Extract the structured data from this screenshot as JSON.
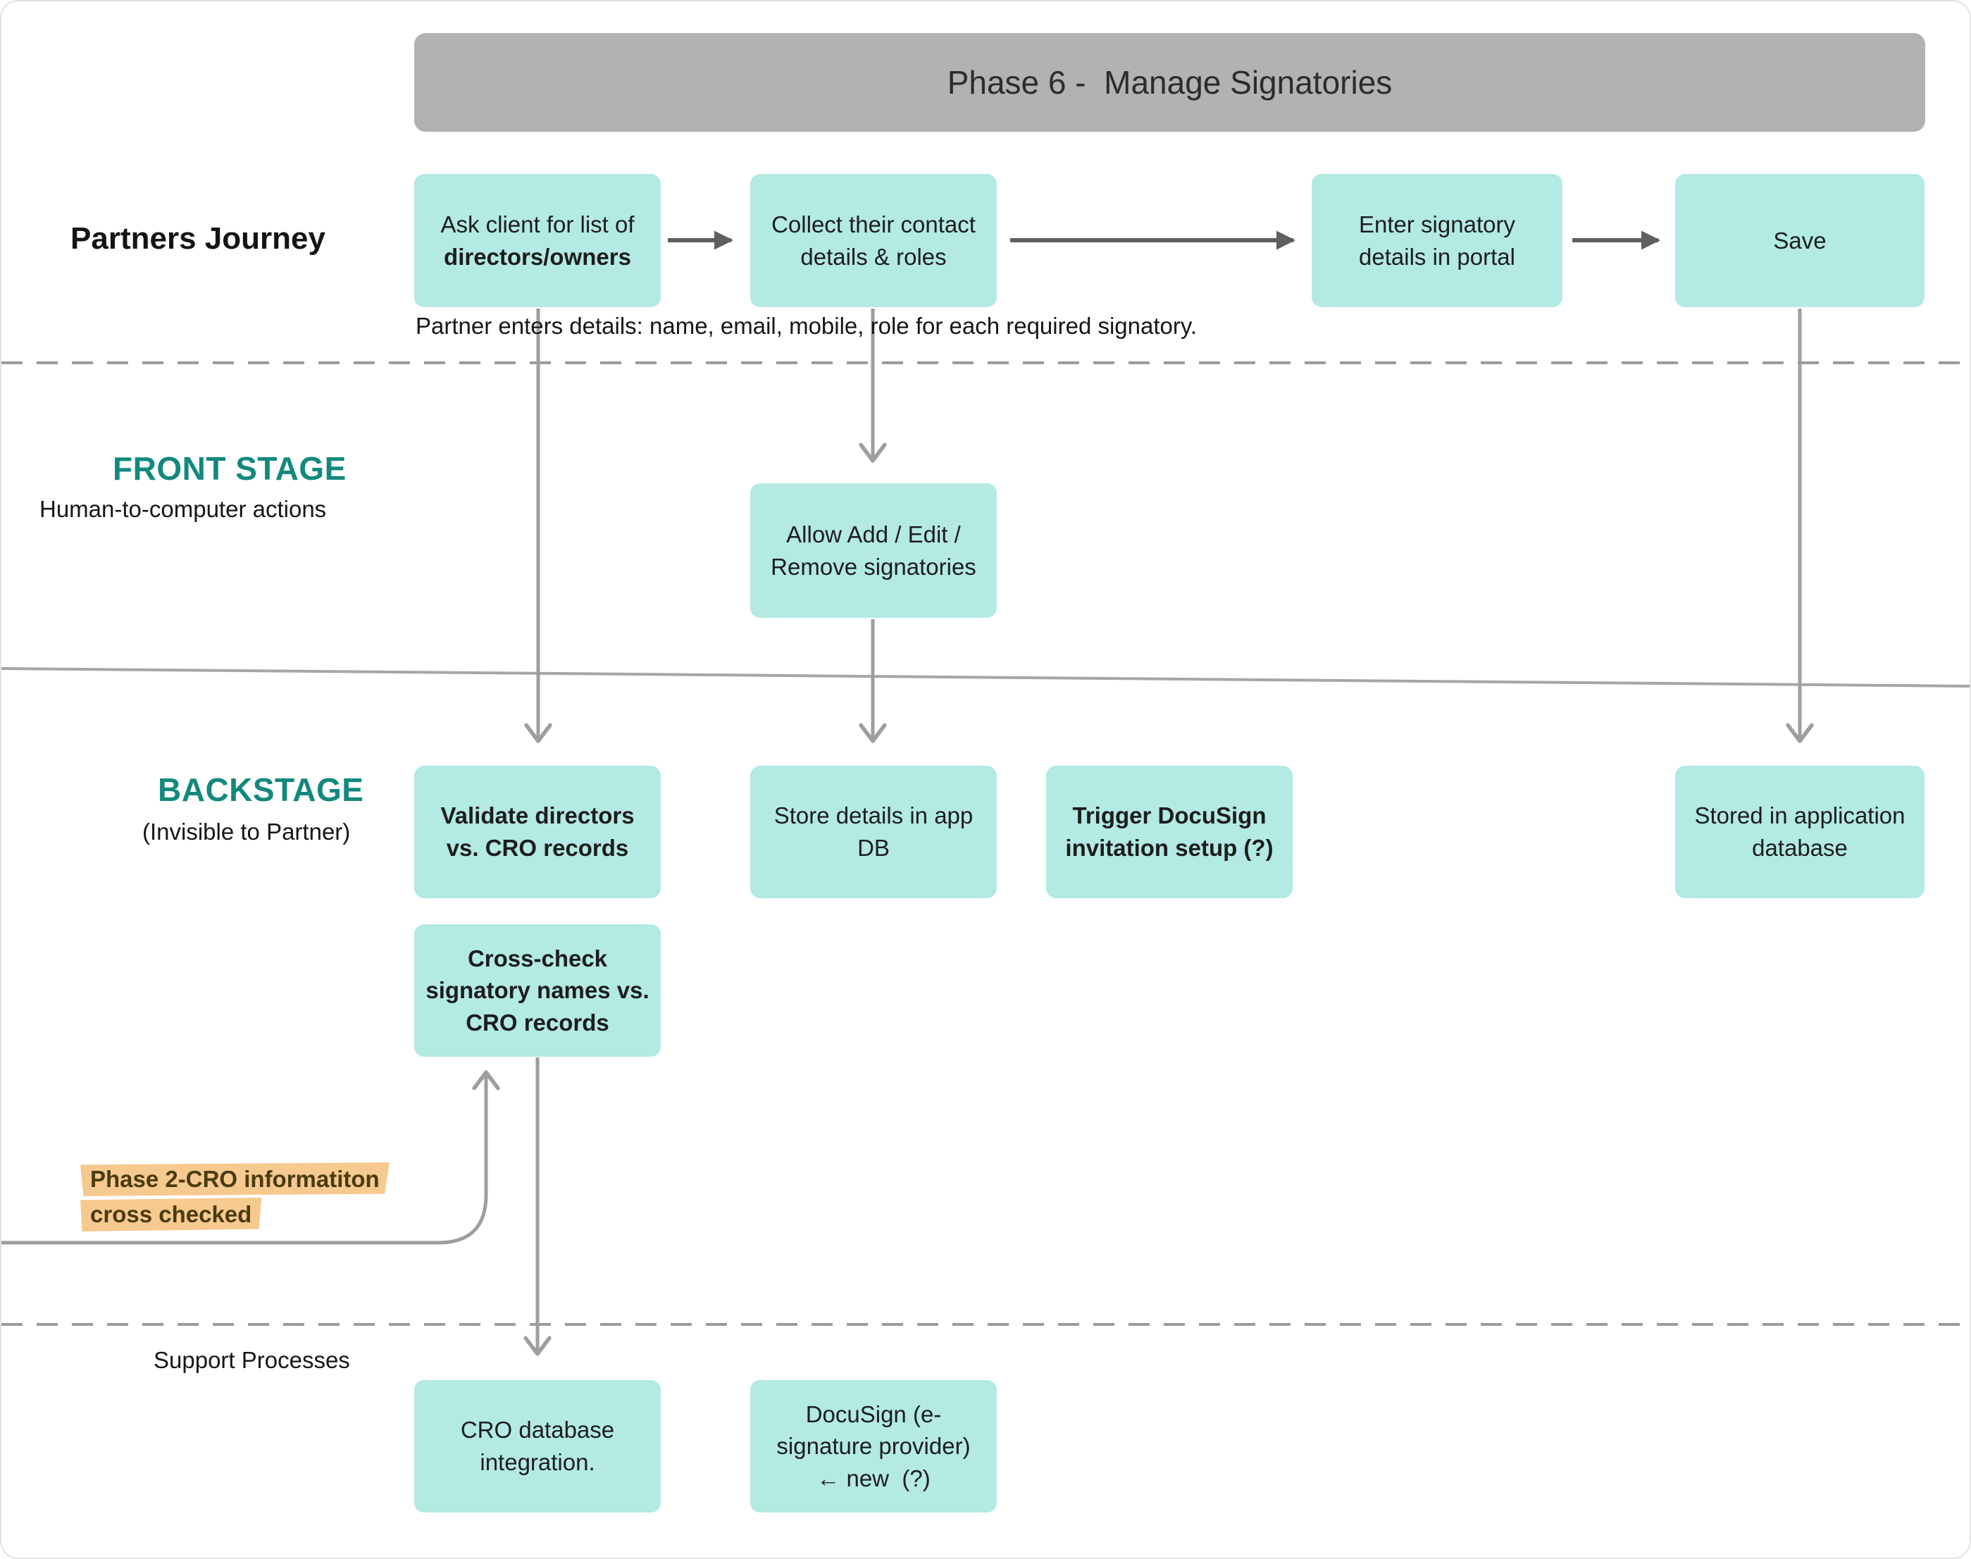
{
  "header": {
    "title": "Phase 6 -  Manage Signatories"
  },
  "journey": {
    "label": "Partners Journey",
    "caption": "Partner enters details: name, email, mobile, role for each required signatory.",
    "steps": {
      "ask": {
        "line1": "Ask client for list of",
        "line2": "directors/owners"
      },
      "collect": {
        "line1": "Collect their contact",
        "line2": "details & roles"
      },
      "enter": {
        "line1": "Enter signatory",
        "line2": "details in portal"
      },
      "save": {
        "line1": "Save"
      }
    }
  },
  "front_stage": {
    "title": "FRONT STAGE",
    "subtitle": "Human-to-computer actions",
    "allow": {
      "line1": "Allow Add / Edit /",
      "line2": "Remove signatories"
    }
  },
  "backstage": {
    "title": "BACKSTAGE",
    "subtitle": "(Invisible to Partner)",
    "validate": {
      "line1": "Validate directors",
      "line2": "vs. CRO records"
    },
    "store": {
      "line1": "Store details in app",
      "line2": "DB"
    },
    "trigger": {
      "line1": "Trigger DocuSign",
      "line2": "invitation setup (?)"
    },
    "stored": {
      "line1": "Stored in application",
      "line2": "database"
    },
    "crosscheck": {
      "line1": "Cross-check",
      "line2": "signatory names vs.",
      "line3": "CRO records"
    },
    "note": {
      "line1": "Phase 2-CRO informatiton",
      "line2": "cross checked"
    }
  },
  "support": {
    "title": "Support Processes",
    "cro": {
      "line1": "CRO database",
      "line2": "integration."
    },
    "docusign": {
      "line1": "DocuSign (e-",
      "line2": "signature provider)",
      "line3": "← new  (?)"
    }
  },
  "colors": {
    "node_fill": "#b3eae3",
    "header_fill": "#b2b2b2",
    "stage_title": "#12897c",
    "note_highlight": "#f6c98e",
    "note_text": "#4a3b10",
    "arrow_dark": "#5f5f5f",
    "arrow_light": "#9e9e9e"
  }
}
